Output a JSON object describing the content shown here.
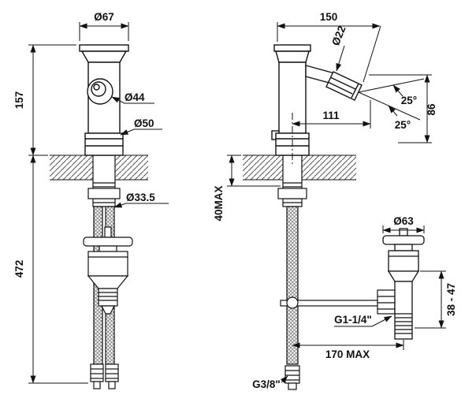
{
  "drawing": {
    "left_view": {
      "dia_top": "Ø67",
      "height_upper": "157",
      "dia_knob": "Ø44",
      "dia_body": "Ø50",
      "dia_shank": "Ø33.5",
      "height_total": "472"
    },
    "right_view": {
      "width_top": "150",
      "dia_spout": "Ø22",
      "angle_upper": "25°",
      "angle_lower": "25°",
      "height_spout": "86",
      "reach": "111",
      "mount_max": "40MAX",
      "dia_drain": "Ø63",
      "drain_range": "38 - 47",
      "drain_thread": "G1-1/4\"",
      "reach_max": "170 MAX",
      "hose_thread": "G3/8\""
    },
    "colors": {
      "line": "#111111",
      "background": "#ffffff"
    }
  }
}
